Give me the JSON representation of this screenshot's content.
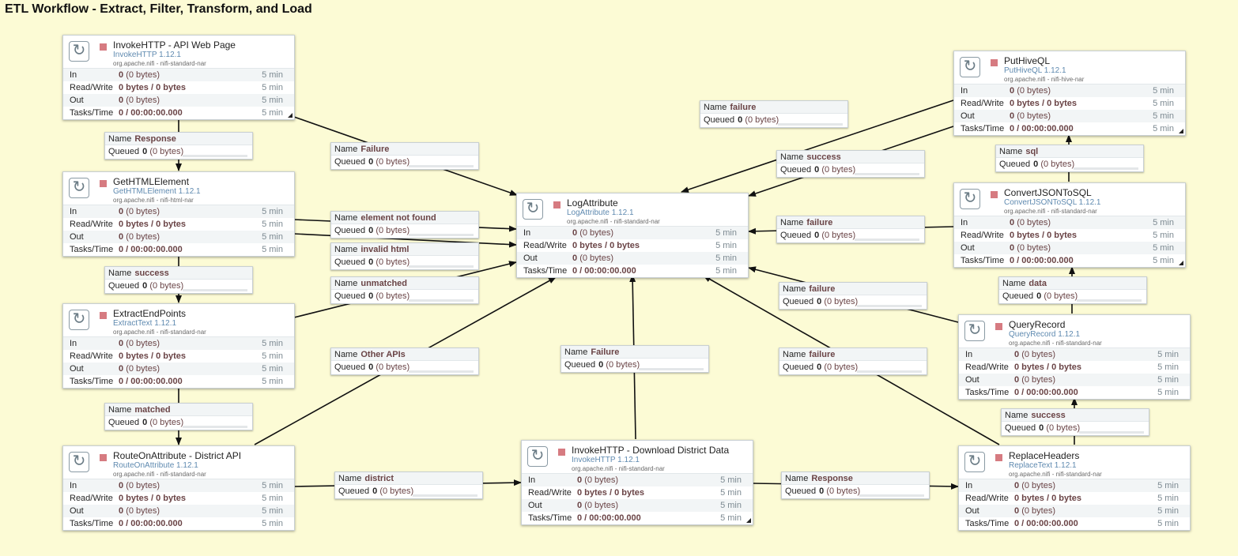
{
  "title": "ETL Workflow - Extract, Filter, Transform, and Load",
  "labels": {
    "in": "In",
    "rw": "Read/Write",
    "out": "Out",
    "tasks": "Tasks/Time",
    "name": "Name",
    "queued": "Queued"
  },
  "processors": [
    {
      "name": "InvokeHTTP - API Web Page",
      "type": "InvokeHTTP 1.12.1",
      "bundle": "org.apache.nifi - nifi-standard-nar",
      "in": "0",
      "in2": "(0 bytes)",
      "rw": "0 bytes / 0 bytes",
      "out": "0",
      "out2": "(0 bytes)",
      "tasks": "0 / 00:00:00.000",
      "window": "5 min",
      "corner": true
    },
    {
      "name": "GetHTMLElement",
      "type": "GetHTMLElement 1.12.1",
      "bundle": "org.apache.nifi - nifi-html-nar",
      "in": "0",
      "in2": "(0 bytes)",
      "rw": "0 bytes / 0 bytes",
      "out": "0",
      "out2": "(0 bytes)",
      "tasks": "0 / 00:00:00.000",
      "window": "5 min",
      "corner": false
    },
    {
      "name": "ExtractEndPoints",
      "type": "ExtractText 1.12.1",
      "bundle": "org.apache.nifi - nifi-standard-nar",
      "in": "0",
      "in2": "(0 bytes)",
      "rw": "0 bytes / 0 bytes",
      "out": "0",
      "out2": "(0 bytes)",
      "tasks": "0 / 00:00:00.000",
      "window": "5 min",
      "corner": false
    },
    {
      "name": "RouteOnAttribute - District API",
      "type": "RouteOnAttribute 1.12.1",
      "bundle": "org.apache.nifi - nifi-standard-nar",
      "in": "0",
      "in2": "(0 bytes)",
      "rw": "0 bytes / 0 bytes",
      "out": "0",
      "out2": "(0 bytes)",
      "tasks": "0 / 00:00:00.000",
      "window": "5 min",
      "corner": false
    },
    {
      "name": "LogAttribute",
      "type": "LogAttribute 1.12.1",
      "bundle": "org.apache.nifi - nifi-standard-nar",
      "in": "0",
      "in2": "(0 bytes)",
      "rw": "0 bytes / 0 bytes",
      "out": "0",
      "out2": "(0 bytes)",
      "tasks": "0 / 00:00:00.000",
      "window": "5 min",
      "corner": false
    },
    {
      "name": "InvokeHTTP - Download District Data",
      "type": "InvokeHTTP 1.12.1",
      "bundle": "org.apache.nifi - nifi-standard-nar",
      "in": "0",
      "in2": "(0 bytes)",
      "rw": "0 bytes / 0 bytes",
      "out": "0",
      "out2": "(0 bytes)",
      "tasks": "0 / 00:00:00.000",
      "window": "5 min",
      "corner": true
    },
    {
      "name": "PutHiveQL",
      "type": "PutHiveQL 1.12.1",
      "bundle": "org.apache.nifi - nifi-hive-nar",
      "in": "0",
      "in2": "(0 bytes)",
      "rw": "0 bytes / 0 bytes",
      "out": "0",
      "out2": "(0 bytes)",
      "tasks": "0 / 00:00:00.000",
      "window": "5 min",
      "corner": true
    },
    {
      "name": "ConvertJSONToSQL",
      "type": "ConvertJSONToSQL 1.12.1",
      "bundle": "org.apache.nifi - nifi-standard-nar",
      "in": "0",
      "in2": "(0 bytes)",
      "rw": "0 bytes / 0 bytes",
      "out": "0",
      "out2": "(0 bytes)",
      "tasks": "0 / 00:00:00.000",
      "window": "5 min",
      "corner": true
    },
    {
      "name": "QueryRecord",
      "type": "QueryRecord 1.12.1",
      "bundle": "org.apache.nifi - nifi-standard-nar",
      "in": "0",
      "in2": "(0 bytes)",
      "rw": "0 bytes / 0 bytes",
      "out": "0",
      "out2": "(0 bytes)",
      "tasks": "0 / 00:00:00.000",
      "window": "5 min",
      "corner": false
    },
    {
      "name": "ReplaceHeaders",
      "type": "ReplaceText 1.12.1",
      "bundle": "org.apache.nifi - nifi-standard-nar",
      "in": "0",
      "in2": "(0 bytes)",
      "rw": "0 bytes / 0 bytes",
      "out": "0",
      "out2": "(0 bytes)",
      "tasks": "0 / 00:00:00.000",
      "window": "5 min",
      "corner": false
    }
  ],
  "connections": [
    {
      "name": "Response",
      "queued": "0",
      "queued2": "(0 bytes)"
    },
    {
      "name": "success",
      "queued": "0",
      "queued2": "(0 bytes)"
    },
    {
      "name": "matched",
      "queued": "0",
      "queued2": "(0 bytes)"
    },
    {
      "name": "Failure",
      "queued": "0",
      "queued2": "(0 bytes)"
    },
    {
      "name": "element not found",
      "queued": "0",
      "queued2": "(0 bytes)"
    },
    {
      "name": "invalid html",
      "queued": "0",
      "queued2": "(0 bytes)"
    },
    {
      "name": "unmatched",
      "queued": "0",
      "queued2": "(0 bytes)"
    },
    {
      "name": "Other APIs",
      "queued": "0",
      "queued2": "(0 bytes)"
    },
    {
      "name": "district",
      "queued": "0",
      "queued2": "(0 bytes)"
    },
    {
      "name": "Failure",
      "queued": "0",
      "queued2": "(0 bytes)"
    },
    {
      "name": "failure",
      "queued": "0",
      "queued2": "(0 bytes)"
    },
    {
      "name": "success",
      "queued": "0",
      "queued2": "(0 bytes)"
    },
    {
      "name": "failure",
      "queued": "0",
      "queued2": "(0 bytes)"
    },
    {
      "name": "failure",
      "queued": "0",
      "queued2": "(0 bytes)"
    },
    {
      "name": "failure",
      "queued": "0",
      "queued2": "(0 bytes)"
    },
    {
      "name": "Response",
      "queued": "0",
      "queued2": "(0 bytes)"
    },
    {
      "name": "sql",
      "queued": "0",
      "queued2": "(0 bytes)"
    },
    {
      "name": "data",
      "queued": "0",
      "queued2": "(0 bytes)"
    },
    {
      "name": "success",
      "queued": "0",
      "queued2": "(0 bytes)"
    }
  ]
}
